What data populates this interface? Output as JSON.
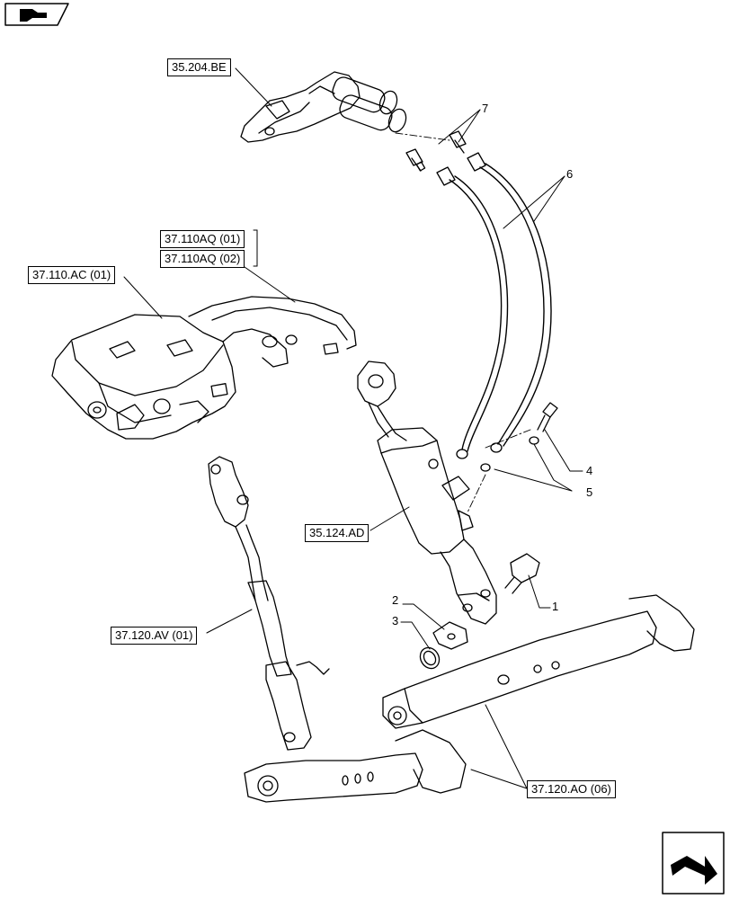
{
  "refs": {
    "r35204": "35.204.BE",
    "r37110aq01": "37.110AQ (01)",
    "r37110aq02": "37.110AQ (02)",
    "r37110ac": "37.110.AC (01)",
    "r35124": "35.124.AD",
    "r37120av": "37.120.AV (01)",
    "r37120ao": "37.120.AO (06)"
  },
  "callouts": {
    "c1": "1",
    "c2": "2",
    "c3": "3",
    "c4": "4",
    "c5": "5",
    "c6": "6",
    "c7": "7"
  },
  "icons": {
    "top_left": "book-arrow-icon",
    "bottom_right": "next-page-arrow-icon"
  },
  "colors": {
    "line": "#000000",
    "background": "#ffffff"
  }
}
